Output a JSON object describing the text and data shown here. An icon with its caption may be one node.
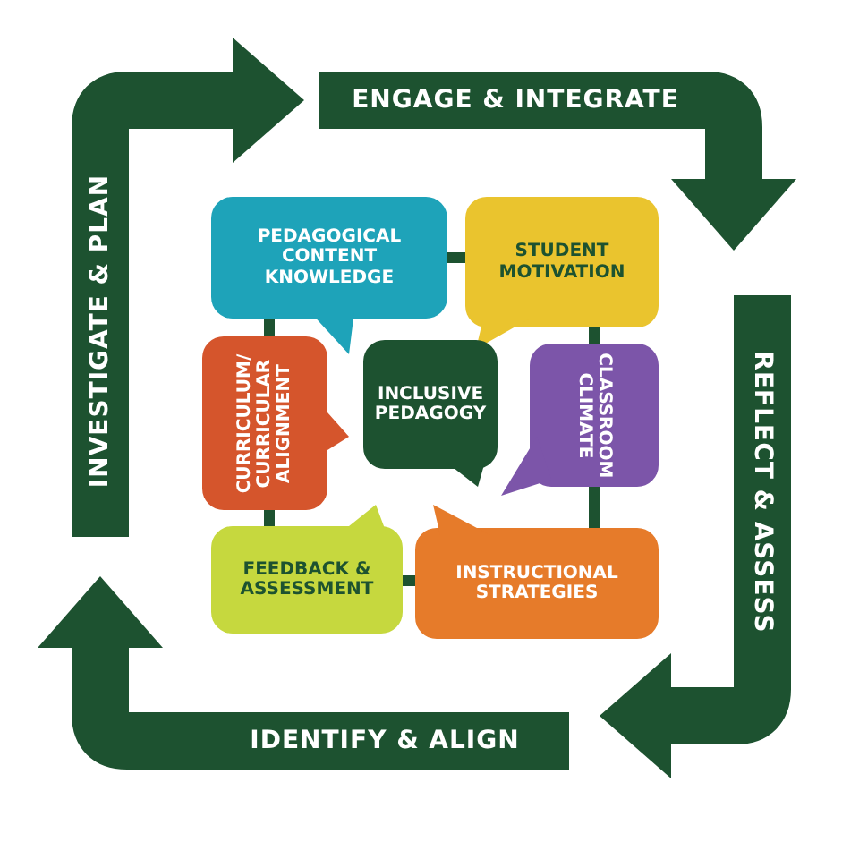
{
  "diagram": {
    "nodes": [
      {
        "text": [
          "PEDAGOGICAL CONTENT KNOWLEDGE"
        ]
      },
      {
        "text": [
          "STUDENT MOTIVATION"
        ]
      },
      {
        "text": [
          "CURRICULUM/ CURRICULAR ALIGNMENT"
        ]
      },
      {
        "text": [
          "INCLUSIVE PEDAGOGY"
        ]
      },
      {
        "text": [
          "CLASSROOM CLIMATE"
        ]
      },
      {
        "text": [
          "FEEDBACK & ASSESSMENT"
        ]
      },
      {
        "text": [
          "INSTRUCTIONAL STRATEGIES"
        ]
      }
    ],
    "edges": [
      {
        "from": 0,
        "to": 1,
        "arrow": "none"
      },
      {
        "from": 0,
        "to": 2,
        "arrow": "none"
      },
      {
        "from": 1,
        "to": 4,
        "arrow": "none"
      },
      {
        "from": 2,
        "to": 5,
        "arrow": "none"
      },
      {
        "from": 4,
        "to": 6,
        "arrow": "none"
      },
      {
        "from": 5,
        "to": 6,
        "arrow": "none"
      }
    ],
    "labels": [
      "ENGAGE & INTEGRATE",
      "REFLECT & ASSESS",
      "IDENTIFY & ALIGN",
      "INVESTIGATE & PLAN"
    ]
  }
}
